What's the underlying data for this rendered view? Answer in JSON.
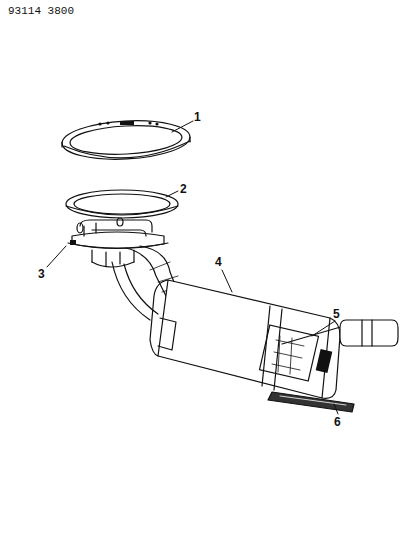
{
  "diagram": {
    "labels": [
      "93114 3800",
      "1",
      "2",
      "3",
      "4",
      "5",
      "6"
    ]
  }
}
